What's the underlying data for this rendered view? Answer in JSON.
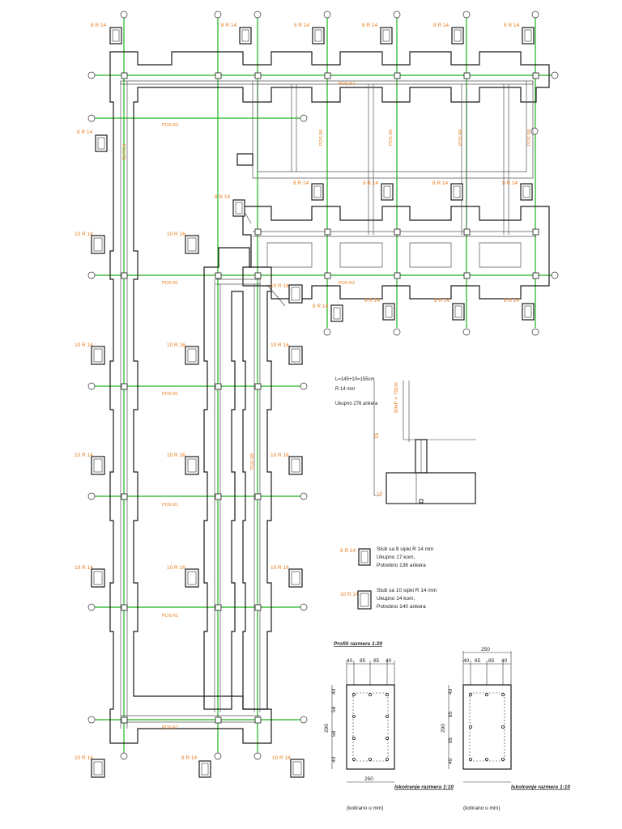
{
  "tags": {
    "t8": "8 R  14",
    "t10": "10 R  14",
    "t10b": "10 R  16"
  },
  "positions": {
    "r1": "POS R1",
    "r2": "POS R2",
    "r3": "POS R3",
    "r4": "POS R4",
    "r5": "POS R5",
    "r6": "POS R6",
    "r7": "POS R7",
    "r8": "POS R8",
    "r9": "POS R9"
  },
  "anchor": {
    "length": "L=145+10=155cm",
    "bar": "R  14 mm",
    "total": "Ukupno 276 ankera",
    "vert": "90xF = 70cm",
    "d10": "10",
    "d15": "15"
  },
  "legend": {
    "col8_tag": "8 R  14",
    "col8_line1": "Stub sa 8 sipki R  14 mm",
    "col8_line2": "Ukupno 17 kom,",
    "col8_line3": "Potrebno  136 ankera",
    "col10_tag": "10 R  14",
    "col10_line1": "Stub sa 10 sipki R  14 mm",
    "col10_line2": "Ukupno 14 kom,",
    "col10_line3": "Potrebno  140 ankera"
  },
  "profiles": {
    "title": "Profili razmera 1:20",
    "left": {
      "top": [
        "40",
        "85",
        "85",
        "40"
      ],
      "side": [
        "40",
        "58",
        "58",
        "40"
      ],
      "height": "290",
      "bottom": "250",
      "scale": "Iskolcenje razmera 1:10",
      "units": "(kotirano u mm)"
    },
    "right": {
      "top_total": "250",
      "top": [
        "40",
        "85",
        "85",
        "40"
      ],
      "side": [
        "40",
        "85",
        "85",
        "40"
      ],
      "height": "290",
      "scale": "Iskolcenje razmera 1:10",
      "units": "(kotirano u mm)"
    }
  }
}
